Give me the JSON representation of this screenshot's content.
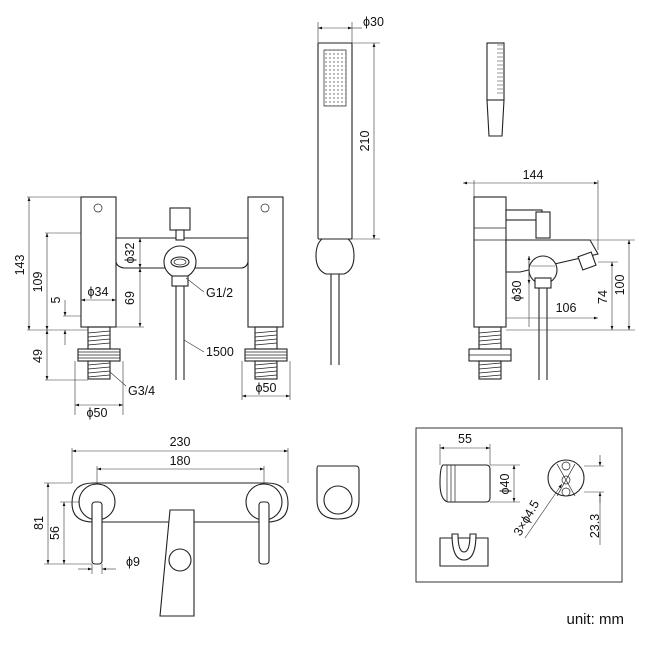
{
  "dimensions": {
    "front": {
      "h143": "143",
      "h109": "109",
      "h5": "5",
      "h49": "49",
      "d34": "ϕ34",
      "d32": "ϕ32",
      "h69": "69",
      "g12": "G1/2",
      "hose": "1500",
      "g34": "G3/4",
      "d50a": "ϕ50",
      "d50b": "ϕ50"
    },
    "handset": {
      "d30": "ϕ30",
      "h210": "210"
    },
    "side": {
      "w144": "144",
      "d30": "ϕ30",
      "w106": "106",
      "h74": "74",
      "h100": "100"
    },
    "top": {
      "w230": "230",
      "w180": "180",
      "h81": "81",
      "h56": "56",
      "d9": "ϕ9"
    },
    "holder": {
      "w55": "55",
      "d40": "ϕ40",
      "holes": "3×ϕ4.5",
      "h233": "23.3"
    }
  },
  "unit_label": "unit: mm"
}
